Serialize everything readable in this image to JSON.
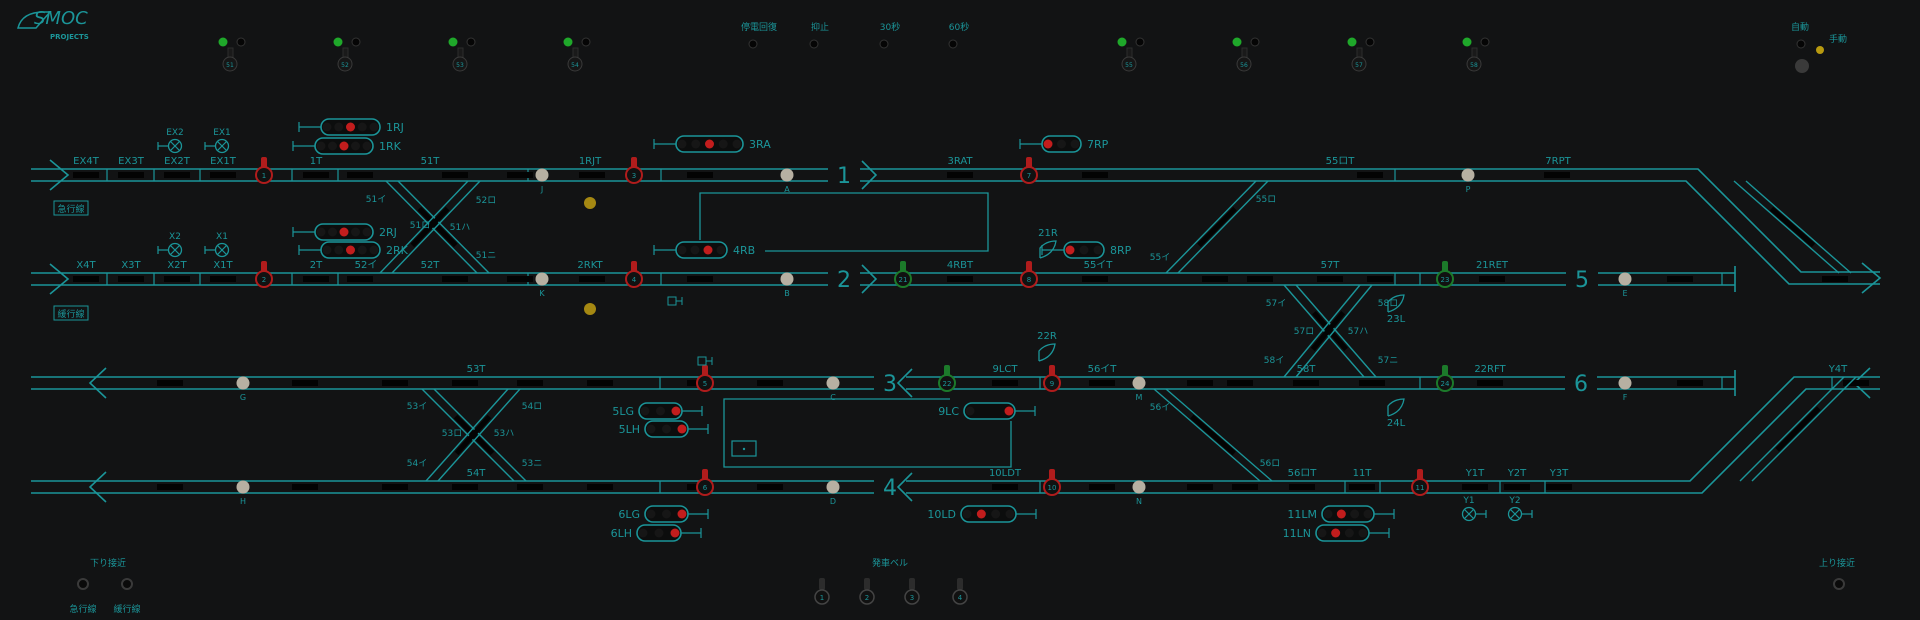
{
  "logo": {
    "text": "SMOC",
    "sub": "PROJECTS"
  },
  "top_panel": {
    "switch_levers": [
      "51",
      "52",
      "53",
      "54",
      "55",
      "56",
      "57",
      "58"
    ],
    "buttons": [
      "停電回復",
      "抑止",
      "30秒",
      "60秒"
    ],
    "mode": {
      "auto": "自動",
      "manual": "手動"
    }
  },
  "line_labels": {
    "express": "急行線",
    "local": "緩行線"
  },
  "tracks": {
    "numbers": [
      "1",
      "2",
      "3",
      "4",
      "5",
      "6"
    ],
    "labels": [
      "EX4T",
      "EX3T",
      "EX2T",
      "EX1T",
      "1T",
      "51T",
      "1RJT",
      "3RAT",
      "55ロT",
      "7RPT",
      "X4T",
      "X3T",
      "X2T",
      "X1T",
      "2T",
      "52イ",
      "52T",
      "2RKT",
      "4RBT",
      "55イT",
      "57T",
      "21RET",
      "53T",
      "9LCT",
      "56イT",
      "58T",
      "22RFT",
      "Y4T",
      "54T",
      "10LDT",
      "56ロT",
      "11T",
      "Y1T",
      "Y2T",
      "Y3T"
    ]
  },
  "points": [
    "51イ",
    "52ロ",
    "51ロ",
    "51ハ",
    "51ニ",
    "55ロ",
    "55イ",
    "57イ",
    "57ロ",
    "57ハ",
    "58ロ",
    "58イ",
    "57ニ",
    "53イ",
    "54ロ",
    "53ロ",
    "53ハ",
    "54イ",
    "53ニ",
    "56イ",
    "56ロ"
  ],
  "signals": [
    {
      "num": "1",
      "color": "#b01c1c"
    },
    {
      "num": "3",
      "color": "#b01c1c"
    },
    {
      "num": "7",
      "color": "#b01c1c"
    },
    {
      "num": "2",
      "color": "#b01c1c"
    },
    {
      "num": "4",
      "color": "#b01c1c"
    },
    {
      "num": "21",
      "color": "#1c7a2a"
    },
    {
      "num": "8",
      "color": "#b01c1c"
    },
    {
      "num": "23",
      "color": "#1c7a2a"
    },
    {
      "num": "5",
      "color": "#b01c1c"
    },
    {
      "num": "22",
      "color": "#1c7a2a"
    },
    {
      "num": "9",
      "color": "#b01c1c"
    },
    {
      "num": "24",
      "color": "#1c7a2a"
    },
    {
      "num": "6",
      "color": "#b01c1c"
    },
    {
      "num": "10",
      "color": "#b01c1c"
    },
    {
      "num": "11",
      "color": "#b01c1c"
    }
  ],
  "markers": [
    "J",
    "A",
    "P",
    "K",
    "B",
    "E",
    "G",
    "C",
    "M",
    "F",
    "H",
    "D",
    "N"
  ],
  "signal_panels": [
    {
      "name": "1RJ",
      "lamps": 5,
      "lit": 2
    },
    {
      "name": "1RK",
      "lamps": 5,
      "lit": 2
    },
    {
      "name": "3RA",
      "lamps": 5,
      "lit": 2
    },
    {
      "name": "7RP",
      "lamps": 3,
      "lit": 0
    },
    {
      "name": "2RJ",
      "lamps": 5,
      "lit": 2
    },
    {
      "name": "2RK",
      "lamps": 5,
      "lit": 2
    },
    {
      "name": "4RB",
      "lamps": 4,
      "lit": 2
    },
    {
      "name": "8RP",
      "lamps": 3,
      "lit": 0
    },
    {
      "name": "5LG",
      "lamps": 3,
      "lit": 2
    },
    {
      "name": "5LH",
      "lamps": 3,
      "lit": 2
    },
    {
      "name": "9LC",
      "lamps": 2,
      "lit": 1
    },
    {
      "name": "6LG",
      "lamps": 3,
      "lit": 2
    },
    {
      "name": "6LH",
      "lamps": 3,
      "lit": 2
    },
    {
      "name": "10LD",
      "lamps": 4,
      "lit": 1
    },
    {
      "name": "11LM",
      "lamps": 4,
      "lit": 1
    },
    {
      "name": "11LN",
      "lamps": 4,
      "lit": 1
    }
  ],
  "route_indicators": [
    "21R",
    "22R",
    "23L",
    "24L"
  ],
  "lamps": [
    "EX2",
    "EX1",
    "X2",
    "X1",
    "Y1",
    "Y2"
  ],
  "bottom": {
    "down_approach": "下り接近",
    "down_lamps": [
      "急行線",
      "緩行線"
    ],
    "departure_bell": "発車ベル",
    "bell_levers": [
      "1",
      "2",
      "3",
      "4"
    ],
    "up_approach": "上り接近"
  },
  "colors": {
    "track": "#1b9599",
    "background": "#121314",
    "red": "#c21d1d",
    "green": "#1fa82a",
    "yellow": "#b89a10"
  }
}
